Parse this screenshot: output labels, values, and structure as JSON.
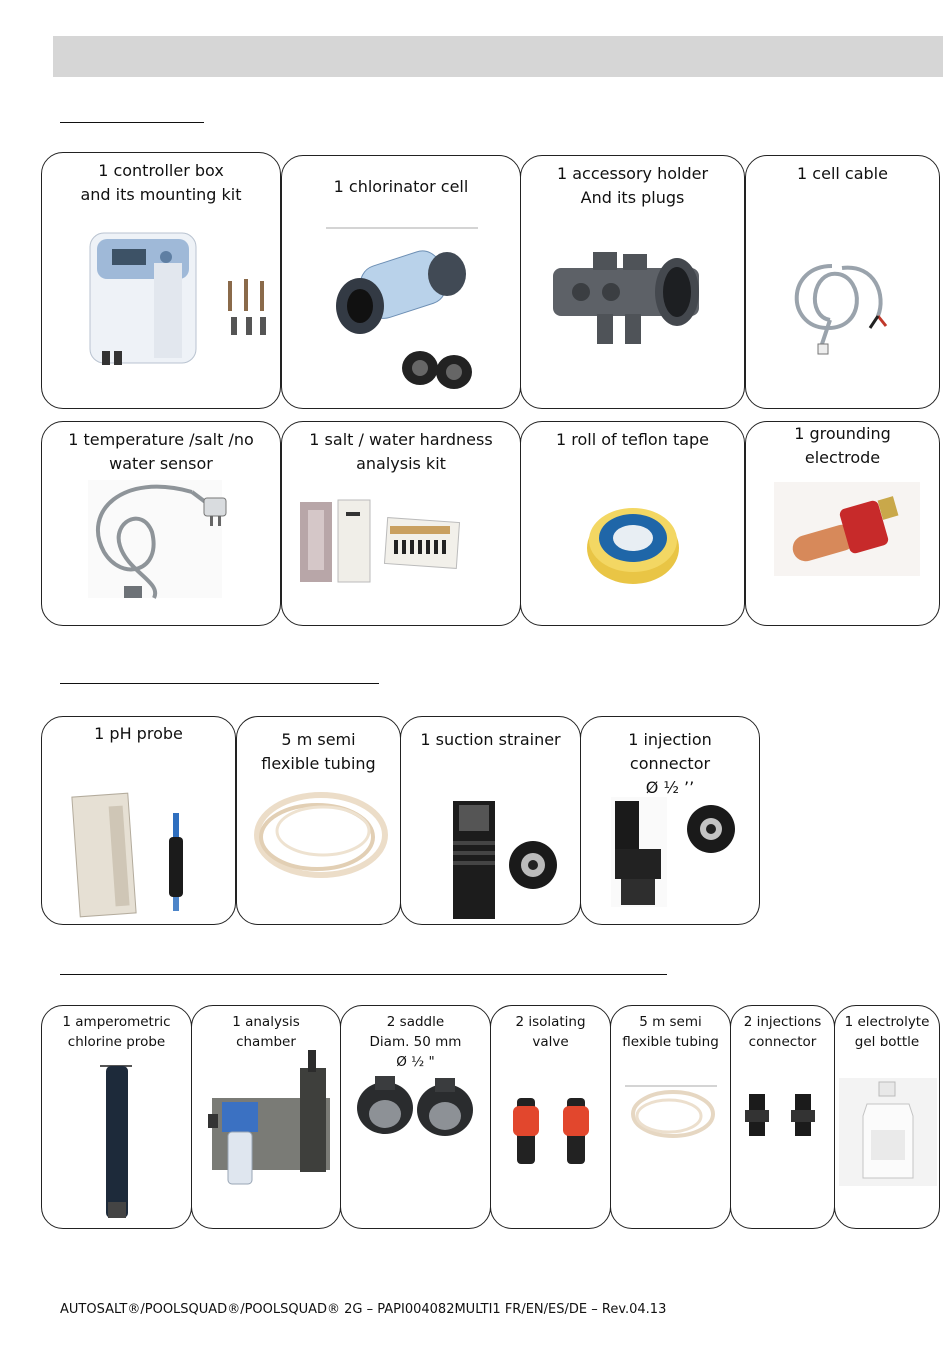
{
  "sections": [
    {
      "items": [
        {
          "label": "1 controller box\nand its mounting kit",
          "icon": "controller-box-icon"
        },
        {
          "label": "1 chlorinator cell",
          "icon": "chlorinator-cell-icon"
        },
        {
          "label": "1 accessory holder\nAnd its plugs",
          "icon": "accessory-holder-icon"
        },
        {
          "label": "1 cell cable",
          "icon": "cell-cable-icon"
        },
        {
          "label": "1 temperature /salt /no\nwater sensor",
          "icon": "sensor-icon"
        },
        {
          "label": "1 salt / water hardness\nanalysis kit",
          "icon": "analysis-kit-icon"
        },
        {
          "label": "1 roll of teflon tape",
          "icon": "teflon-tape-icon"
        },
        {
          "label": "1 grounding\nelectrode",
          "icon": "grounding-electrode-icon"
        }
      ]
    },
    {
      "items": [
        {
          "label": "1 pH probe",
          "icon": "ph-probe-icon"
        },
        {
          "label": "5 m semi\nflexible tubing",
          "icon": "tubing-icon"
        },
        {
          "label": "1 suction strainer",
          "icon": "suction-strainer-icon"
        },
        {
          "label": "1 injection\nconnector\nØ ½ ’’",
          "icon": "injection-connector-icon"
        }
      ]
    },
    {
      "items": [
        {
          "label": "1 amperometric\nchlorine probe",
          "icon": "chlorine-probe-icon"
        },
        {
          "label": "1 analysis\nchamber",
          "icon": "analysis-chamber-icon"
        },
        {
          "label": "2 saddle\nDiam. 50 mm\nØ ½ \"",
          "icon": "saddle-icon"
        },
        {
          "label": "2 isolating\nvalve",
          "icon": "isolating-valve-icon"
        },
        {
          "label": "5 m semi\nflexible tubing",
          "icon": "tubing-small-icon"
        },
        {
          "label": "2 injections\nconnector",
          "icon": "injections-connector-icon"
        },
        {
          "label": "1  electrolyte\ngel bottle",
          "icon": "gel-bottle-icon"
        }
      ]
    }
  ],
  "footer": "AUTOSALT®/POOLSQUAD®/POOLSQUAD® 2G – PAPI004082MULTI1 FR/EN/ES/DE –  Rev.04.13"
}
